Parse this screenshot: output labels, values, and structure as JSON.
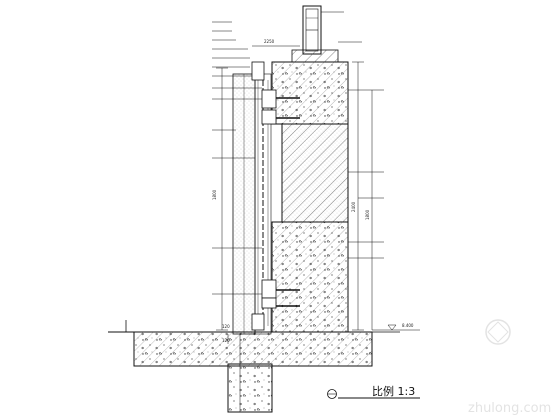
{
  "drawing": {
    "scale_label": "比例 1:3",
    "elevation": "8.400",
    "dims": [
      "2250",
      "1800",
      "2400",
      "120",
      "120"
    ],
    "watermark": "zhulong.com"
  }
}
